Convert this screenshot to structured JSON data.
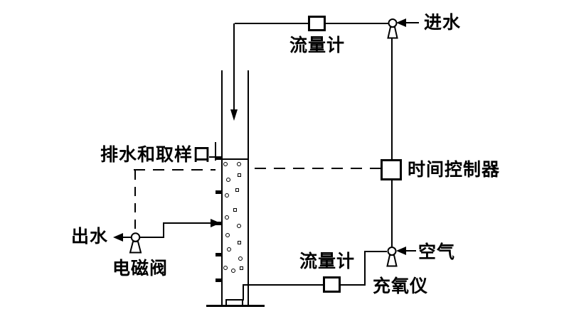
{
  "diagram": {
    "kind": "sbr-reactor-process-schematic",
    "background_color": "#ffffff",
    "line_color": "#000000"
  },
  "labels": {
    "inlet_water": "进水",
    "flow_meter_top": "流量计",
    "time_controller": "时间控制器",
    "drain_and_sampling_port": "排水和取样口",
    "outlet_water": "出水",
    "solenoid_valve": "电磁阀",
    "air": "空气",
    "flow_meter_bottom": "流量计",
    "oxygen_meter": "充氧仪"
  }
}
